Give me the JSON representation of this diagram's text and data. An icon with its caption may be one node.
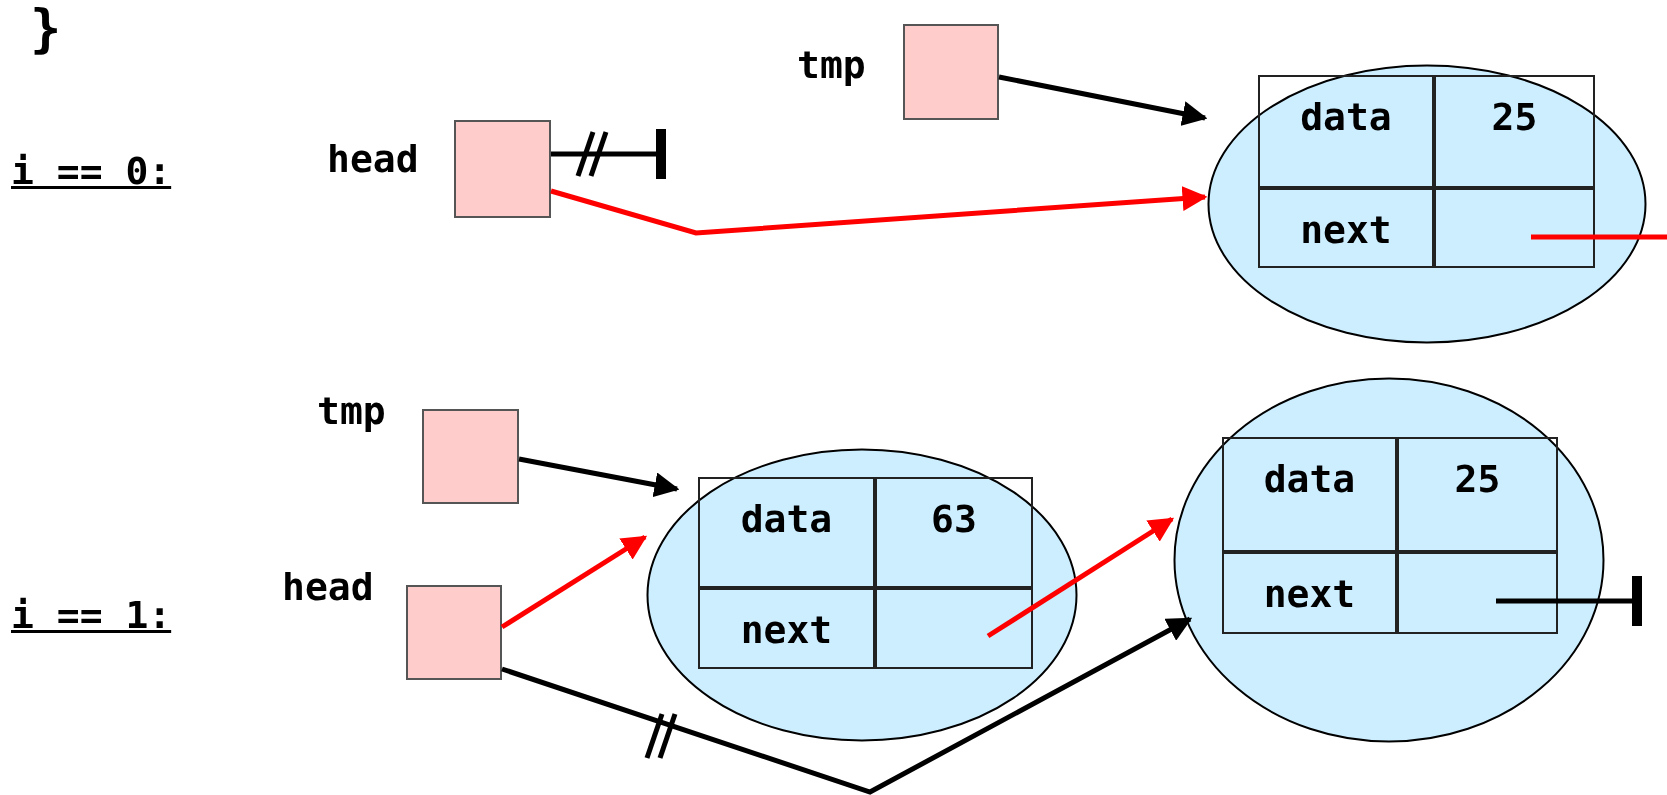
{
  "diagram": {
    "nodes": [
      {
        "text": [],
        "shape": "box",
        "beside": [
          "tmp"
        ]
      },
      {
        "text": [],
        "shape": "box",
        "beside": [
          "head"
        ]
      },
      {
        "text": [],
        "shape": "ellipse"
      },
      {
        "text": [
          "data"
        ],
        "in": 2
      },
      {
        "text": [
          "25"
        ],
        "in": 2
      },
      {
        "text": [
          "next"
        ],
        "in": 2
      },
      {
        "text": [],
        "shape": "box",
        "in": 2
      },
      {
        "text": [],
        "shape": "box",
        "beside": [
          "tmp"
        ]
      },
      {
        "text": [],
        "shape": "box",
        "beside": [
          "head"
        ]
      },
      {
        "text": [],
        "shape": "ellipse"
      },
      {
        "text": [
          "data"
        ],
        "in": 9
      },
      {
        "text": [
          "63"
        ],
        "in": 9
      },
      {
        "text": [
          "next"
        ],
        "in": 9
      },
      {
        "text": [],
        "shape": "box",
        "in": 9
      },
      {
        "text": [],
        "shape": "ellipse"
      },
      {
        "text": [
          "data"
        ],
        "in": 14
      },
      {
        "text": [
          "25"
        ],
        "in": 14
      },
      {
        "text": [
          "next"
        ],
        "in": 14
      },
      {
        "text": [],
        "shape": "box",
        "in": 14
      }
    ],
    "edges": [
      {
        "from": 0,
        "to": 2,
        "arrow": "to"
      },
      {
        "from": 1,
        "to": null,
        "arrow": "other"
      },
      {
        "from": 1,
        "to": 2,
        "arrow": "to",
        "color": "#ff0000"
      },
      {
        "from": 6,
        "to": null,
        "arrow": "none",
        "color": "#ff0000"
      },
      {
        "from": 7,
        "to": 9,
        "arrow": "to"
      },
      {
        "from": 8,
        "to": 9,
        "arrow": "to",
        "color": "#ff0000"
      },
      {
        "from": 8,
        "to": 14,
        "arrow": "to"
      },
      {
        "from": 13,
        "to": 14,
        "arrow": "to",
        "color": "#ff0000"
      },
      {
        "from": 18,
        "to": null,
        "arrow": "other"
      }
    ],
    "labels": [
      "}",
      "i == 0:",
      "i == 1:"
    ]
  }
}
